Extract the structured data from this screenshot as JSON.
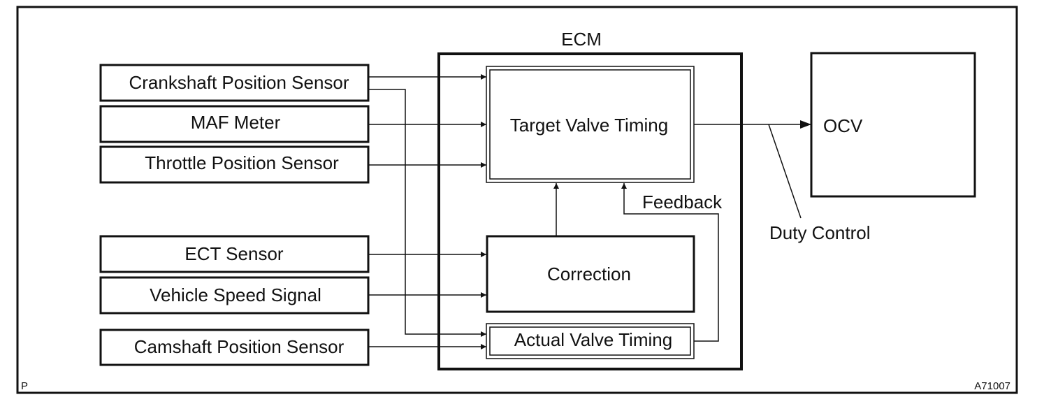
{
  "sensors": {
    "crankshaft": "Crankshaft Position Sensor",
    "maf": "MAF Meter",
    "throttle": "Throttle Position Sensor",
    "ect": "ECT Sensor",
    "vehicle_speed": "Vehicle Speed Signal",
    "camshaft": "Camshaft Position Sensor"
  },
  "ecm": {
    "title": "ECM",
    "target_valve_timing": "Target Valve Timing",
    "correction": "Correction",
    "actual_valve_timing": "Actual Valve Timing",
    "feedback": "Feedback"
  },
  "output": {
    "ocv": "OCV",
    "duty_control": "Duty Control"
  },
  "corner_labels": {
    "left": "P",
    "right": "A71007"
  }
}
